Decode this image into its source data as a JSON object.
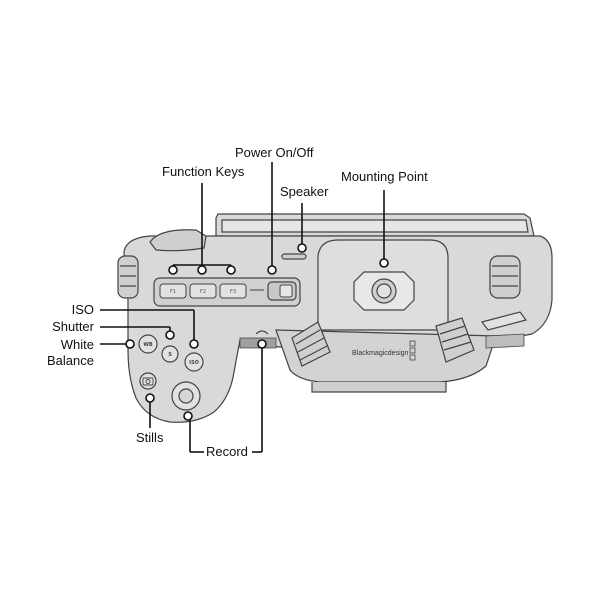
{
  "labels": {
    "power": "Power On/Off",
    "function_keys": "Function Keys",
    "speaker": "Speaker",
    "mounting_point": "Mounting Point",
    "iso": "ISO",
    "shutter": "Shutter",
    "white_balance_line1": "White",
    "white_balance_line2": "Balance",
    "stills": "Stills",
    "record": "Record"
  },
  "camera": {
    "brand": "Blackmagicdesign",
    "wb_button": "WB",
    "shutter_button": "S",
    "iso_button": "ISO",
    "function_key_1": "F1",
    "function_key_2": "F2",
    "function_key_3": "F3"
  },
  "colors": {
    "body_fill": "#d9d9d9",
    "outline": "#444444",
    "leader_line": "#111111"
  }
}
